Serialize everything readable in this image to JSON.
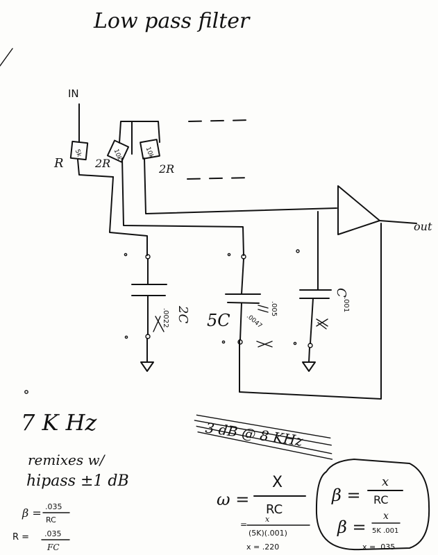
{
  "title": "Low pass filter",
  "circuit": {
    "input_label": "IN",
    "output_label": "out",
    "resistor_labels": [
      "R",
      "2R",
      "2R"
    ],
    "resistor_values": [
      "5k",
      "10k",
      "10k"
    ],
    "capacitor_labels": [
      "2C",
      "5C",
      "C"
    ],
    "capacitor_values": [
      ".0022",
      ".005",
      ".001"
    ],
    "scratch_values": [
      ".0047"
    ]
  },
  "notes": {
    "frequency": "7 K Hz",
    "remarks_line1": "remixes w/",
    "remarks_line2": "hipass ±1 dB",
    "crossed_out": "3 dB @ 8 KHz",
    "beta_formula_left": {
      "lhs": "β =",
      "numerator": ".035",
      "denominator": "RC"
    },
    "r_formula_left": {
      "lhs": "R =",
      "numerator": ".035",
      "denominator": "FC"
    },
    "omega_formula": {
      "lhs": "ω =",
      "numerator": "X",
      "denominator": "RC",
      "sub_numerator": "x",
      "sub_denominator": "(5K)(.001)",
      "result": "x = .220"
    },
    "beta_formula_circled": {
      "lhs": "β =",
      "numerator": "x",
      "denominator": "RC"
    },
    "beta_formula_bottom": {
      "lhs": "β =",
      "numerator": "x",
      "denominator": "5K  .001",
      "result": "x = .035"
    }
  }
}
